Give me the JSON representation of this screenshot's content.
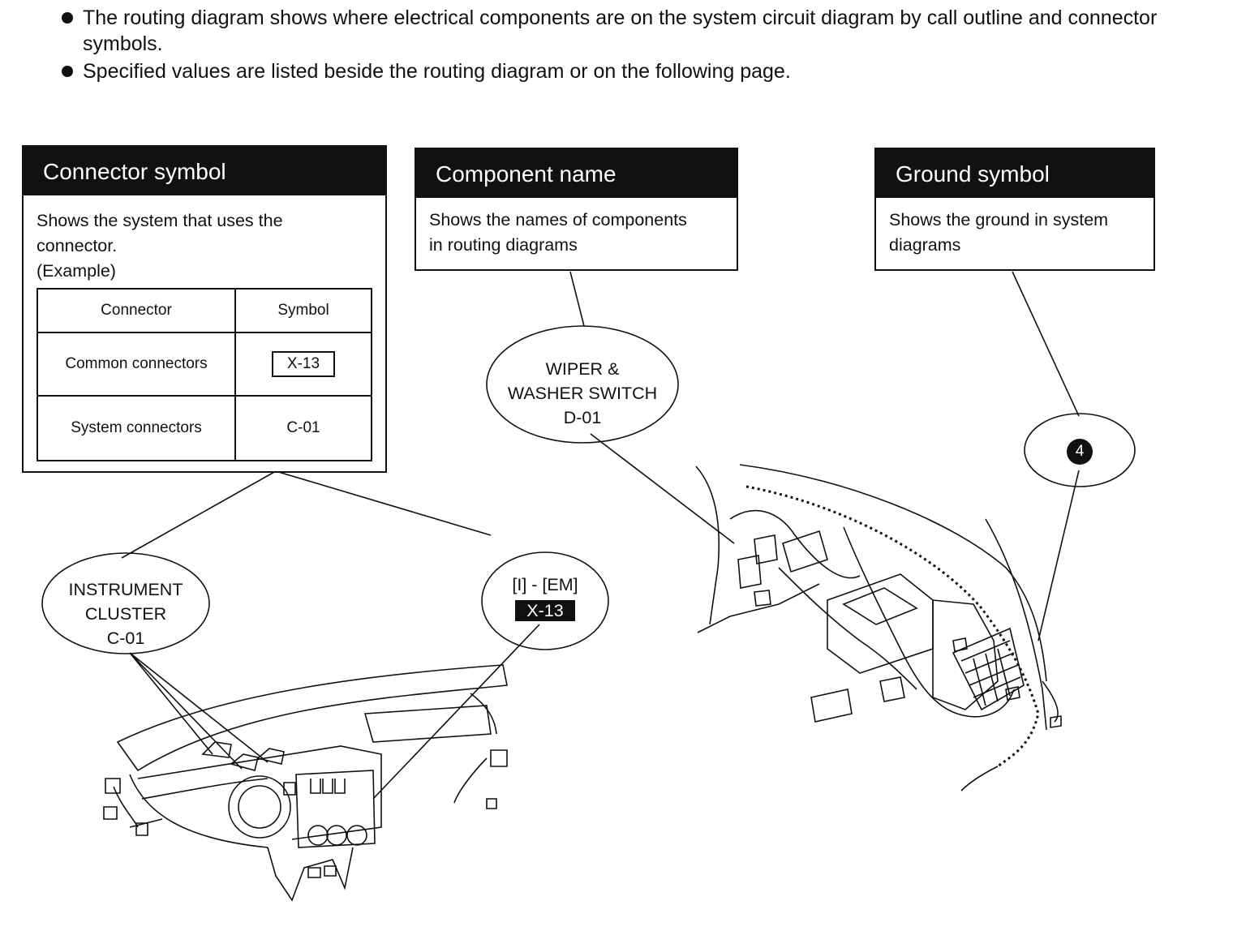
{
  "bullets": [
    "The routing diagram shows where electrical components are on the system circuit diagram by call outline and connector symbols.",
    "Specified values are listed beside the routing diagram or on the following page."
  ],
  "connector_box": {
    "title": "Connector symbol",
    "desc_line1": "Shows the system that uses the",
    "desc_line2": "connector.",
    "desc_line3": "(Example)",
    "table": {
      "col_connector": "Connector",
      "col_symbol": "Symbol",
      "row1_name": "Common connectors",
      "row1_symbol": "X-13",
      "row2_name": "System connectors",
      "row2_symbol": "C-01"
    }
  },
  "component_box": {
    "title": "Component name",
    "desc_line1": "Shows the names of components",
    "desc_line2": "in routing diagrams"
  },
  "ground_box": {
    "title": "Ground symbol",
    "desc_line1": "Shows the ground in system",
    "desc_line2": "diagrams"
  },
  "callouts": {
    "instrument": {
      "line1": "INSTRUMENT",
      "line2": "CLUSTER",
      "line3": "C-01"
    },
    "wiper": {
      "line1": "WIPER &",
      "line2": "WASHER SWITCH",
      "line3": "D-01"
    },
    "connector": {
      "line1": "[I] - [EM]",
      "symbol": "X-13"
    },
    "ground": {
      "number": "4"
    }
  },
  "colors": {
    "ink": "#111111",
    "paper": "#ffffff"
  }
}
